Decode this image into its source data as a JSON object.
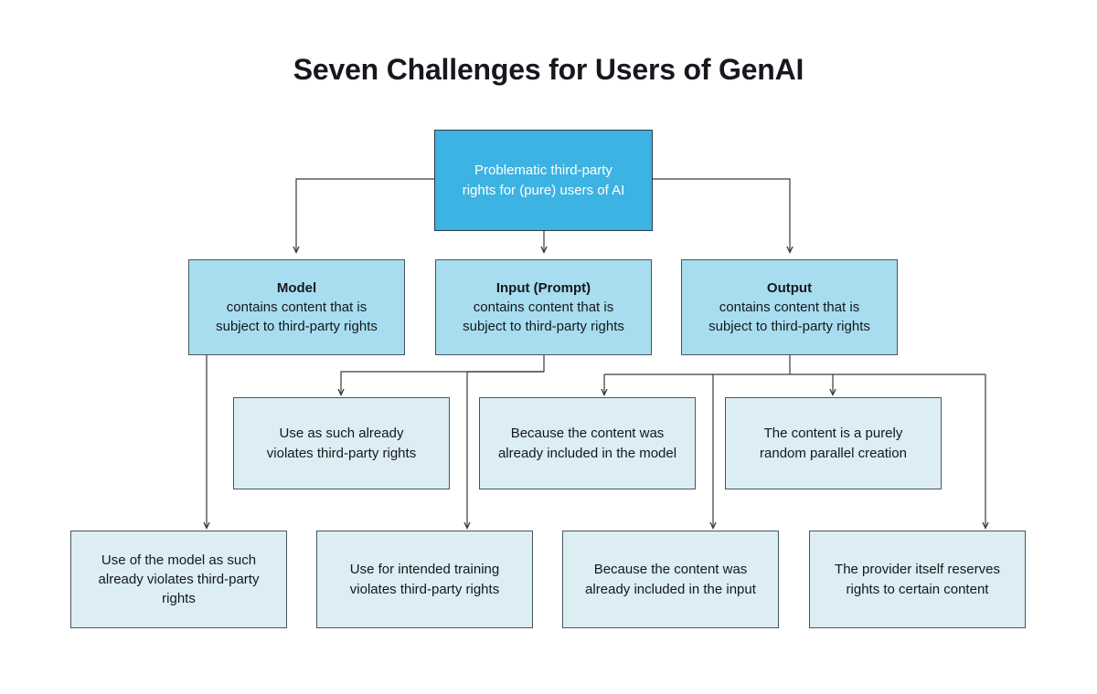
{
  "page": {
    "title": "Seven Challenges for Users of GenAI",
    "background_color": "#ffffff"
  },
  "colors": {
    "root_fill": "#3cb3e3",
    "root_text": "#ffffff",
    "level2_fill": "#a8ddf0",
    "leaf_fill": "#dcedf4",
    "border": "#46565f",
    "text": "#14181c",
    "connector": "#3a3a3a"
  },
  "diagram": {
    "type": "flowchart-tree",
    "root": {
      "id": "root",
      "line1": "Problematic third-party",
      "line2": "rights for (pure) users of AI"
    },
    "level2": [
      {
        "id": "model",
        "heading": "Model",
        "line1": "contains content that is",
        "line2": "subject to third-party rights"
      },
      {
        "id": "input",
        "heading": "Input (Prompt)",
        "line1": "contains content that is",
        "line2": "subject to third-party rights"
      },
      {
        "id": "output",
        "heading": "Output",
        "line1": "contains content that is",
        "line2": "subject to third-party rights"
      }
    ],
    "level3": [
      {
        "id": "use-as-such",
        "line1": "Use as such already",
        "line2": "violates third-party rights",
        "line3": ""
      },
      {
        "id": "included-in-model",
        "line1": "Because the content was",
        "line2": "already included in the model",
        "line3": ""
      },
      {
        "id": "random-parallel",
        "line1": "The content is a purely",
        "line2": "random parallel creation",
        "line3": ""
      }
    ],
    "level4": [
      {
        "id": "use-of-model",
        "line1": "Use of the model as such",
        "line2": "already violates third-party",
        "line3": "rights"
      },
      {
        "id": "intended-training",
        "line1": "Use for intended training",
        "line2": "violates third-party rights",
        "line3": ""
      },
      {
        "id": "included-in-input",
        "line1": "Because the content was",
        "line2": "already included in the input",
        "line3": ""
      },
      {
        "id": "provider-reserves",
        "line1": "The provider itself reserves",
        "line2": "rights to certain content",
        "line3": ""
      }
    ]
  }
}
